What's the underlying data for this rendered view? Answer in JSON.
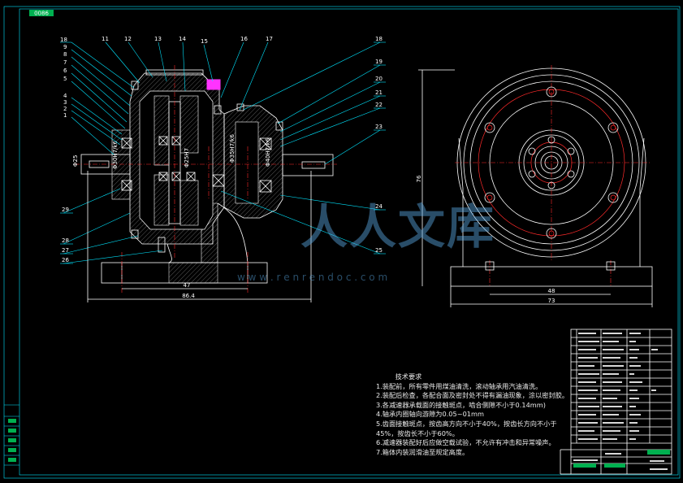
{
  "drawing": {
    "stamp_label": "0086",
    "colors": {
      "border": "#00e5ff",
      "outline": "#ffffff",
      "centerline": "#ff2a2a",
      "leader": "#00e5ff",
      "highlight": "#ff33ff",
      "stamp_fill": "#00b050",
      "background": "#000000"
    }
  },
  "section_view": {
    "part_labels_left": [
      "18",
      "9",
      "8",
      "7",
      "6",
      "5",
      "4",
      "3",
      "2",
      "1"
    ],
    "part_labels_top": [
      "11",
      "12",
      "13",
      "14",
      "15",
      "16",
      "17"
    ],
    "part_labels_right": [
      "18",
      "19",
      "20",
      "21",
      "22",
      "23",
      "24",
      "25"
    ],
    "part_labels_bottom": [
      "29",
      "28",
      "27",
      "26"
    ],
    "dimension_inner": "47",
    "dimension_overall": "86.4"
  },
  "end_view": {
    "dimension_base_inner": "48",
    "dimension_base_overall": "73",
    "dimension_height": "76"
  },
  "tech_notes": {
    "title": "技术要求",
    "items": [
      "1.装配前，所有零件用煤油清洗，滚动轴承用汽油清洗。",
      "2.装配后检查，各配合面及密封处不得有漏油现象，涂以密封胶。",
      "3.各减速器承载面的接触斑点，啮合侧隙不小于0.14mm)",
      "4.轴承内圈轴向游隙为0.05~01mm",
      "5.齿面接触斑点，按齿高方向不小于40%，按齿长方向不小于",
      "45%，按齿长不小于60%。",
      "6.减速器装配好后应做空载试验，不允许有冲击和异常噪声。",
      "7.箱体内装润滑油至规定高度。"
    ]
  },
  "watermark": {
    "brand": "人人文库",
    "url": "w w w . r e n r e n d o c . c o m"
  }
}
